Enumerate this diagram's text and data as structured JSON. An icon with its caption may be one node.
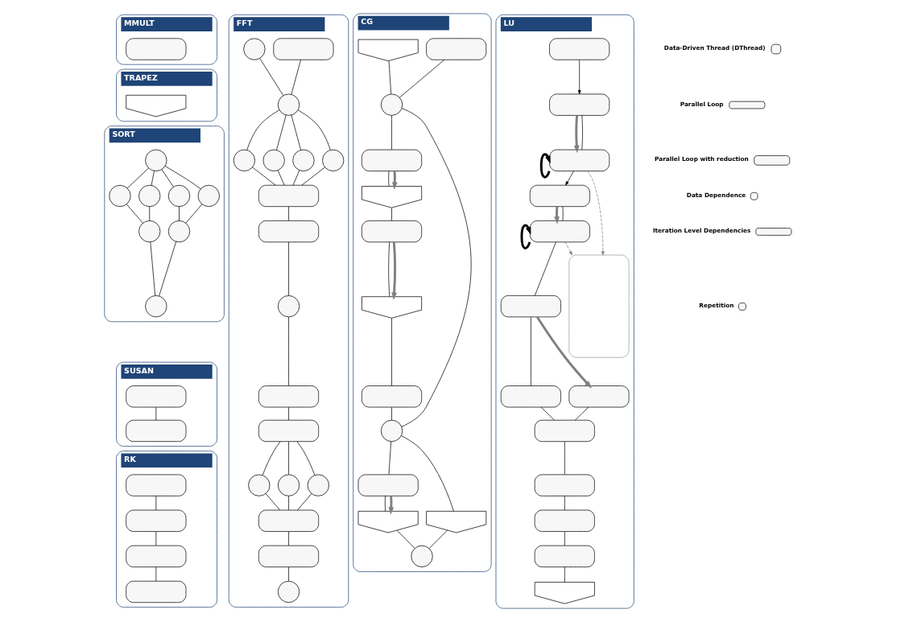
{
  "diagram": {
    "nodes": [
      {
        "text": [
          "MMULT"
        ]
      },
      {
        "text": [],
        "shape": "box",
        "in": 0
      },
      {
        "text": [
          "TRAPEZ"
        ]
      },
      {
        "text": [],
        "shape": "pentagon",
        "in": 2
      },
      {
        "text": [
          "SORT"
        ]
      },
      {
        "text": [],
        "shape": "circle",
        "in": 4
      },
      {
        "text": [],
        "shape": "circle",
        "in": 4
      },
      {
        "text": [],
        "shape": "circle",
        "in": 4
      },
      {
        "text": [],
        "shape": "circle",
        "in": 4
      },
      {
        "text": [],
        "shape": "circle",
        "in": 4
      },
      {
        "text": [],
        "shape": "circle",
        "in": 4
      },
      {
        "text": [],
        "shape": "circle",
        "in": 4
      },
      {
        "text": [],
        "shape": "circle",
        "in": 4
      },
      {
        "text": [
          "SUSAN"
        ]
      },
      {
        "text": [],
        "shape": "box",
        "in": 13
      },
      {
        "text": [],
        "shape": "box",
        "in": 13
      },
      {
        "text": [
          "RK"
        ]
      },
      {
        "text": [],
        "shape": "box",
        "in": 16
      },
      {
        "text": [],
        "shape": "box",
        "in": 16
      },
      {
        "text": [],
        "shape": "box",
        "in": 16
      },
      {
        "text": [],
        "shape": "box",
        "in": 16
      },
      {
        "text": [
          "FFT"
        ]
      },
      {
        "text": [],
        "shape": "box",
        "in": 21
      },
      {
        "text": [],
        "shape": "circle",
        "in": 21
      },
      {
        "text": [],
        "shape": "circle",
        "in": 21
      },
      {
        "text": [],
        "shape": "circle",
        "in": 21
      },
      {
        "text": [],
        "shape": "circle",
        "in": 21
      },
      {
        "text": [],
        "shape": "circle",
        "in": 21
      },
      {
        "text": [],
        "shape": "circle",
        "in": 21
      },
      {
        "text": [],
        "shape": "box",
        "in": 21
      },
      {
        "text": [],
        "shape": "box",
        "in": 21
      },
      {
        "text": [],
        "shape": "circle",
        "in": 21
      },
      {
        "text": [],
        "shape": "box",
        "in": 21
      },
      {
        "text": [],
        "shape": "box",
        "in": 21
      },
      {
        "text": [],
        "shape": "circle",
        "in": 21
      },
      {
        "text": [],
        "shape": "circle",
        "in": 21
      },
      {
        "text": [],
        "shape": "circle",
        "in": 21
      },
      {
        "text": [],
        "shape": "box",
        "in": 21
      },
      {
        "text": [],
        "shape": "box",
        "in": 21
      },
      {
        "text": [],
        "shape": "circle",
        "in": 21
      },
      {
        "text": [
          "CG"
        ]
      },
      {
        "text": [],
        "shape": "box",
        "in": 40
      },
      {
        "text": [],
        "shape": "pentagon",
        "in": 40
      },
      {
        "text": [],
        "shape": "circle",
        "in": 40
      },
      {
        "text": [],
        "shape": "box",
        "in": 40
      },
      {
        "text": [],
        "shape": "pentagon",
        "in": 40
      },
      {
        "text": [],
        "shape": "box",
        "in": 40
      },
      {
        "text": [],
        "shape": "pentagon",
        "in": 40
      },
      {
        "text": [],
        "shape": "box",
        "in": 40
      },
      {
        "text": [],
        "shape": "circle",
        "in": 40
      },
      {
        "text": [],
        "shape": "box",
        "in": 40
      },
      {
        "text": [],
        "shape": "pentagon",
        "in": 40
      },
      {
        "text": [],
        "shape": "pentagon",
        "in": 40
      },
      {
        "text": [],
        "shape": "circle",
        "in": 40
      },
      {
        "text": [
          "LU"
        ]
      },
      {
        "text": [],
        "shape": "box",
        "in": 54
      },
      {
        "text": [],
        "shape": "box",
        "in": 54
      },
      {
        "text": [],
        "shape": "box",
        "in": 54
      },
      {
        "text": [],
        "shape": "box",
        "in": 54
      },
      {
        "text": [],
        "shape": "box",
        "in": 54
      },
      {
        "text": [],
        "shape": "box",
        "in": 54
      },
      {
        "text": [],
        "shape": "box",
        "in": 54
      },
      {
        "text": [],
        "shape": "box",
        "in": 54
      },
      {
        "text": [],
        "shape": "box",
        "in": 54
      },
      {
        "text": [],
        "shape": "box",
        "in": 54
      },
      {
        "text": [],
        "shape": "box",
        "in": 54
      },
      {
        "text": [],
        "shape": "box",
        "in": 54
      },
      {
        "text": [],
        "shape": "pentagon",
        "in": 54
      },
      {
        "text": [],
        "shape": "box",
        "in": 54
      }
    ],
    "edges": [
      {
        "from": 5,
        "to": 6,
        "arrow": "none"
      },
      {
        "from": 5,
        "to": 7,
        "arrow": "none"
      },
      {
        "from": 5,
        "to": 8,
        "arrow": "none"
      },
      {
        "from": 5,
        "to": 9,
        "arrow": "none"
      },
      {
        "from": 6,
        "to": 10,
        "arrow": "none"
      },
      {
        "from": 7,
        "to": 10,
        "arrow": "none"
      },
      {
        "from": 8,
        "to": 11,
        "arrow": "none"
      },
      {
        "from": 9,
        "to": 11,
        "arrow": "none"
      },
      {
        "from": 10,
        "to": 12,
        "arrow": "none"
      },
      {
        "from": 11,
        "to": 12,
        "arrow": "none"
      },
      {
        "from": 14,
        "to": 15,
        "arrow": "none"
      },
      {
        "from": 17,
        "to": 18,
        "arrow": "none"
      },
      {
        "from": 18,
        "to": 19,
        "arrow": "none"
      },
      {
        "from": 19,
        "to": 20,
        "arrow": "none"
      },
      {
        "from": 22,
        "to": 24,
        "arrow": "none"
      },
      {
        "from": 23,
        "to": 24,
        "arrow": "none"
      },
      {
        "from": 24,
        "to": 25,
        "arrow": "none"
      },
      {
        "from": 24,
        "to": 26,
        "arrow": "none"
      },
      {
        "from": 24,
        "to": 27,
        "arrow": "none"
      },
      {
        "from": 24,
        "to": 28,
        "arrow": "none"
      },
      {
        "from": 25,
        "to": 29,
        "arrow": "none"
      },
      {
        "from": 26,
        "to": 29,
        "arrow": "none"
      },
      {
        "from": 27,
        "to": 29,
        "arrow": "none"
      },
      {
        "from": 28,
        "to": 29,
        "arrow": "none"
      },
      {
        "from": 29,
        "to": 30,
        "arrow": "none"
      },
      {
        "from": 30,
        "to": 31,
        "arrow": "none"
      },
      {
        "from": 31,
        "to": 32,
        "arrow": "none"
      },
      {
        "from": 32,
        "to": 33,
        "arrow": "none"
      },
      {
        "from": 33,
        "to": 34,
        "arrow": "none"
      },
      {
        "from": 33,
        "to": 35,
        "arrow": "none"
      },
      {
        "from": 33,
        "to": 36,
        "arrow": "none"
      },
      {
        "from": 34,
        "to": 37,
        "arrow": "none"
      },
      {
        "from": 35,
        "to": 37,
        "arrow": "none"
      },
      {
        "from": 36,
        "to": 37,
        "arrow": "none"
      },
      {
        "from": 37,
        "to": 38,
        "arrow": "none"
      },
      {
        "from": 38,
        "to": 39,
        "arrow": "none"
      },
      {
        "from": 41,
        "to": 43,
        "arrow": "none"
      },
      {
        "from": 42,
        "to": 43,
        "arrow": "none"
      },
      {
        "from": 43,
        "to": 44,
        "arrow": "none"
      },
      {
        "from": 44,
        "to": 45,
        "arrow": "none"
      },
      {
        "from": 44,
        "to": 45,
        "arrow": "to",
        "style": "thick",
        "color": "#808080"
      },
      {
        "from": 45,
        "to": 46,
        "arrow": "none"
      },
      {
        "from": 46,
        "to": 47,
        "arrow": "none"
      },
      {
        "from": 46,
        "to": 47,
        "arrow": "to",
        "style": "thick",
        "color": "#808080"
      },
      {
        "from": 47,
        "to": 48,
        "arrow": "none"
      },
      {
        "from": 48,
        "to": 49,
        "arrow": "none"
      },
      {
        "from": 49,
        "to": 43,
        "arrow": "none"
      },
      {
        "from": 49,
        "to": 50,
        "arrow": "none"
      },
      {
        "from": 50,
        "to": 51,
        "arrow": "none"
      },
      {
        "from": 50,
        "to": 51,
        "arrow": "to",
        "style": "thick",
        "color": "#808080"
      },
      {
        "from": 49,
        "to": 52,
        "arrow": "none"
      },
      {
        "from": 51,
        "to": 53,
        "arrow": "none"
      },
      {
        "from": 52,
        "to": 53,
        "arrow": "none"
      },
      {
        "from": 55,
        "to": 56,
        "arrow": "to"
      },
      {
        "from": 56,
        "to": 57,
        "arrow": "to",
        "style": "thick",
        "color": "#808080"
      },
      {
        "from": 57,
        "to": 57,
        "arrow": "to",
        "style": "thick"
      },
      {
        "from": 57,
        "to": 56,
        "arrow": "none"
      },
      {
        "from": 57,
        "to": 58,
        "arrow": "to"
      },
      {
        "from": 58,
        "to": 59,
        "arrow": "to",
        "style": "thick",
        "color": "#808080"
      },
      {
        "from": 59,
        "to": 59,
        "arrow": "to",
        "style": "thick"
      },
      {
        "from": 59,
        "to": 58,
        "arrow": "none"
      },
      {
        "from": 59,
        "to": 60,
        "arrow": "none"
      },
      {
        "from": 60,
        "to": 61,
        "arrow": "none"
      },
      {
        "from": 60,
        "to": 62,
        "arrow": "to",
        "style": "thick",
        "color": "#808080"
      },
      {
        "from": 61,
        "to": 63,
        "arrow": "none"
      },
      {
        "from": 62,
        "to": 63,
        "arrow": "none"
      },
      {
        "from": 63,
        "to": 64,
        "arrow": "none"
      },
      {
        "from": 64,
        "to": 65,
        "arrow": "none"
      },
      {
        "from": 65,
        "to": 66,
        "arrow": "none"
      },
      {
        "from": 66,
        "to": 67,
        "arrow": "none"
      },
      {
        "from": 57,
        "to": 68,
        "arrow": "to",
        "style": "dashed",
        "color": "#808080"
      },
      {
        "from": 59,
        "to": 68,
        "arrow": "to",
        "style": "dashed",
        "color": "#808080"
      }
    ],
    "legend": [
      {
        "text": "Data-Driven Thread (DThread)"
      },
      {
        "text": "Parallel Loop"
      },
      {
        "text": "Parallel Loop with reduction"
      },
      {
        "text": "Data Dependence"
      },
      {
        "text": "Iteration Level Dependencies"
      },
      {
        "text": "Repetition"
      }
    ]
  }
}
